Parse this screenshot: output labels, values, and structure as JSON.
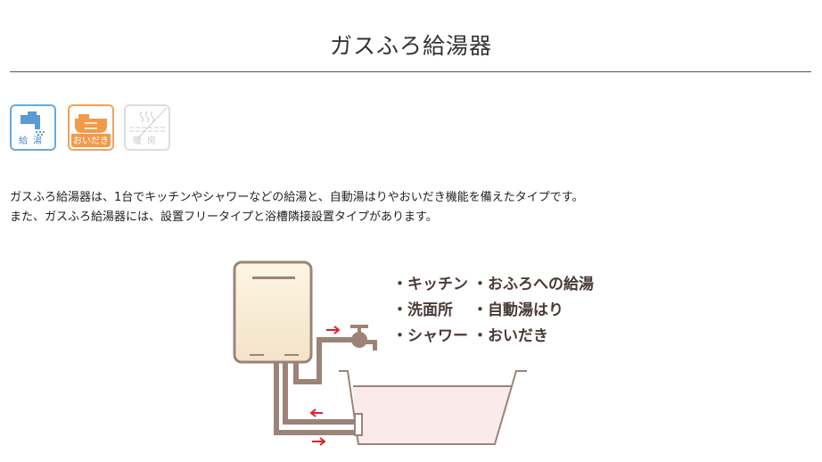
{
  "page": {
    "title": "ガスふろ給湯器"
  },
  "icons": [
    {
      "name": "hot-water-supply-icon",
      "label": "給湯",
      "active": true,
      "color": "#4a8ccc"
    },
    {
      "name": "reheat-icon",
      "label": "おいだき",
      "active": true,
      "color": "#f39a4a"
    },
    {
      "name": "heating-icon",
      "label": "暖房",
      "active": false,
      "color": "#cccccc"
    }
  ],
  "description": {
    "line1": "ガスふろ給湯器は、1台でキッチンやシャワーなどの給湯と、自動湯はりやおいだき機能を備えたタイプです。",
    "line2": "また、ガスふろ給湯器には、設置フリータイプと浴槽隣接設置タイプがあります。"
  },
  "diagram": {
    "col1": [
      "・キッチン",
      "・洗面所",
      "・シャワー"
    ],
    "col2": [
      "・おふろへの給湯",
      "・自動湯はり",
      "・おいだき"
    ]
  }
}
